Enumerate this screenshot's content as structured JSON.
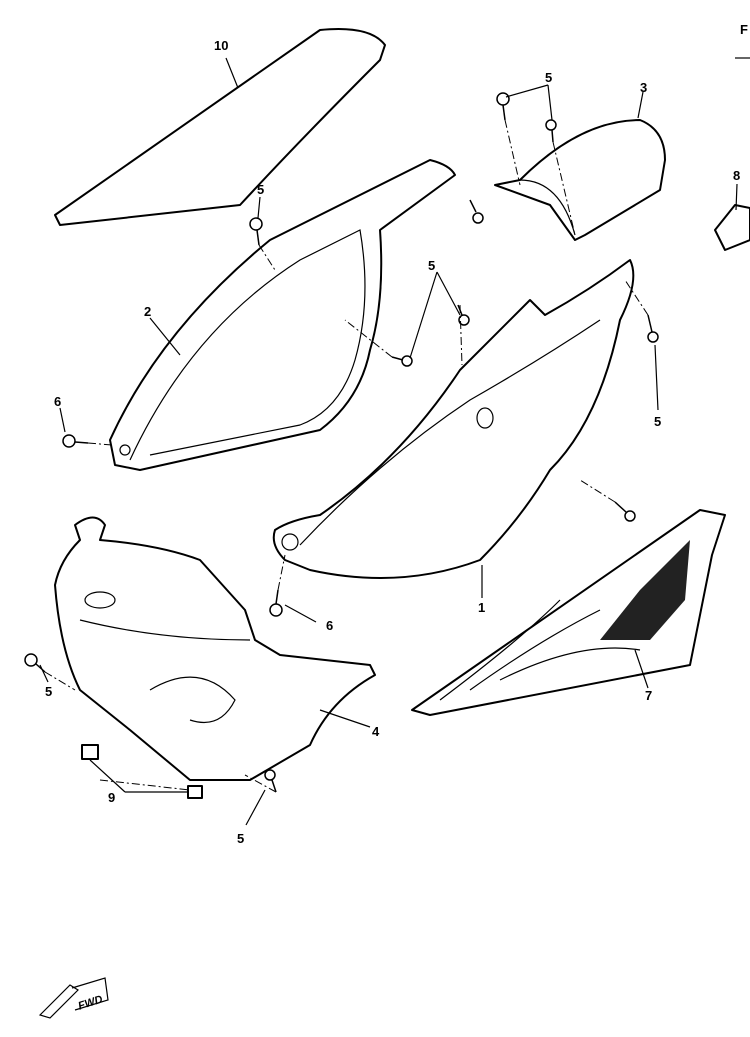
{
  "corner_label": "F",
  "fwd_label": "FWD",
  "callouts": {
    "seat_cover_10": "10",
    "screw_5_top": "5",
    "cover_3": "3",
    "emblem_8": "8",
    "screw_5_left": "5",
    "side_cover_2": "2",
    "screw_5_mid": "5",
    "screw_6_left": "6",
    "screw_5_right": "5",
    "side_cover_1": "1",
    "screw_6_mid": "6",
    "screw_5_lower_left": "5",
    "graphic_7": "7",
    "under_cover_4": "4",
    "clip_9": "9",
    "screw_5_bottom": "5"
  }
}
